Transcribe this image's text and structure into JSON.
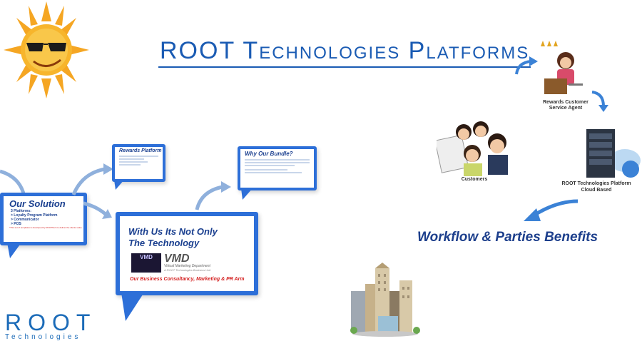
{
  "title": "ROOT Technologies Platforms",
  "our_solution": {
    "heading": "Our Solution",
    "lines": [
      "3 Platforms:",
      "> Loyalty Program Platform",
      "> Communicator",
      "> POS"
    ],
    "note": "*This set of templates is developed by ROOTTech to deliver the clients value"
  },
  "rewards_platform": {
    "heading": "Rewards Platform"
  },
  "why_bundle": {
    "heading": "Why Our Bundle?"
  },
  "main_bubble": {
    "line1": "With Us Its Not Only",
    "line2": "The Technology",
    "vmd_box": "VMD",
    "vmd_title": "VMD",
    "vmd_subtitle": "Virtual Marketing Department",
    "vmd_tagline": "A ROOT Technologies Business Unit",
    "arm": "Our Business Consultancy, Marketing & PR Arm"
  },
  "parties": {
    "agent_caption": "Rewards Customer Service Agent",
    "customers_caption": "Customers",
    "platform_caption": "ROOT Technologies Platform Cloud Based"
  },
  "workflow": "Workflow & Parties Benefits",
  "logo": {
    "name": "ROOT",
    "sub": "Technologies"
  },
  "colors": {
    "accent": "#2d6fd8",
    "title": "#1a5bb3",
    "heading": "#1a3f8f",
    "red": "#d42020"
  }
}
